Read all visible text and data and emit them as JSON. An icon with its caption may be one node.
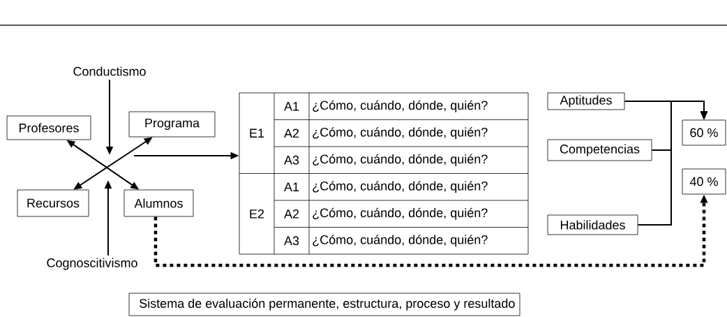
{
  "diagram": {
    "nodes": [
      {
        "text": [
          "Conductismo"
        ]
      },
      {
        "text": [
          "Profesores"
        ]
      },
      {
        "text": [
          "Programa"
        ]
      },
      {
        "text": [
          "Recursos"
        ]
      },
      {
        "text": [
          "Alumnos"
        ]
      },
      {
        "text": [
          "Cognoscitivismo"
        ]
      },
      {
        "text": [
          "E1",
          "A1",
          "¿Cómo, cuándo, dónde, quién?",
          "A2",
          "¿Cómo, cuándo, dónde, quién?",
          "A3",
          "¿Cómo, cuándo, dónde, quién?",
          "E2",
          "A1",
          "¿Cómo, cuándo, dónde, quién?",
          "A2",
          "¿Cómo, cuándo, dónde, quién?",
          "A3",
          "¿Cómo, cuándo, dónde, quién?"
        ]
      },
      {
        "text": [
          "Aptitudes"
        ]
      },
      {
        "text": [
          "Competencias"
        ]
      },
      {
        "text": [
          "Habilidades"
        ]
      },
      {
        "text": [
          "60 %"
        ]
      },
      {
        "text": [
          "40 %"
        ]
      },
      {
        "text": [
          "Sistema de evaluación permanente, estructura, proceso y resultado"
        ]
      }
    ],
    "edges": [
      {
        "from": 0,
        "to": null,
        "arrow": "to"
      },
      {
        "from": 5,
        "to": null,
        "arrow": "to"
      },
      {
        "from": 1,
        "to": 4,
        "arrow": "both"
      },
      {
        "from": 2,
        "to": 3,
        "arrow": "both"
      },
      {
        "from": null,
        "to": 6,
        "arrow": "to"
      },
      {
        "from": 7,
        "to": 10,
        "arrow": "to"
      },
      {
        "from": 8,
        "to": 10,
        "arrow": "to"
      },
      {
        "from": 9,
        "to": 10,
        "arrow": "to"
      },
      {
        "from": 4,
        "to": 11,
        "arrow": "to",
        "style": "dashed"
      }
    ]
  }
}
